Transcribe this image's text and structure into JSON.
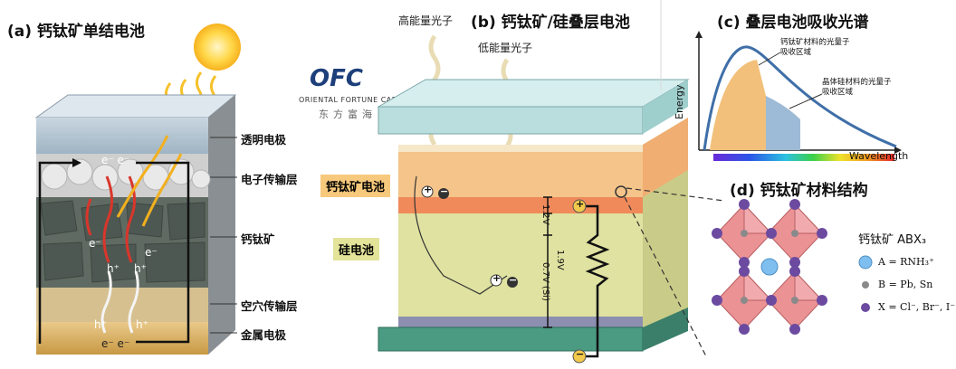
{
  "panel_a": {
    "title": "(a) 钙钛矿单结电池",
    "layers": [
      "透明电极",
      "电子传输层",
      "钙钛矿",
      "空穴传输层",
      "金属电极"
    ],
    "electron_top": "e⁻ e⁻",
    "electron_bottom": "e⁻ e⁻",
    "carriers": [
      "e⁻",
      "e⁻",
      "h⁺",
      "h⁺",
      "h⁺",
      "h⁺"
    ]
  },
  "watermark": {
    "logo": "OFC",
    "line1": "ORIENTAL FORTUNE CAPITAL",
    "line2": "东方富海"
  },
  "panel_b": {
    "title": "(b) 钙钛矿/硅叠层电池",
    "high_photon": "高能量光子",
    "low_photon": "低能量光子",
    "tag_perovskite": "钙钛矿电池",
    "tag_silicon": "硅电池",
    "v1": "1.2V",
    "v2": "1.9V",
    "v3": "0.7V (Si)",
    "plus": "+",
    "minus": "−"
  },
  "panel_c": {
    "title": "(c) 叠层电池吸收光谱",
    "ylabel": "Energy",
    "xlabel": "Wavelength",
    "note1": "钙钛矿材料的光量子吸收区域",
    "note2": "晶体硅材料的光量子吸收区域",
    "colors": {
      "curve": "#3f6fa8",
      "perovskite": "#f2c07a",
      "silicon": "#9dbad6"
    }
  },
  "panel_d": {
    "title": "(d) 钙钛矿材料结构",
    "formula": "钙钛矿 ABX₃",
    "legend_a": "A = RNH₃⁺",
    "legend_b": "B = Pb, Sn",
    "legend_x": "X = Cl⁻, Br⁻, I⁻",
    "colors": {
      "octahedron": "#e9898c",
      "a_site": "#7fbff0",
      "x_site": "#6b4aa0",
      "b_site": "#8a8a8a"
    }
  }
}
